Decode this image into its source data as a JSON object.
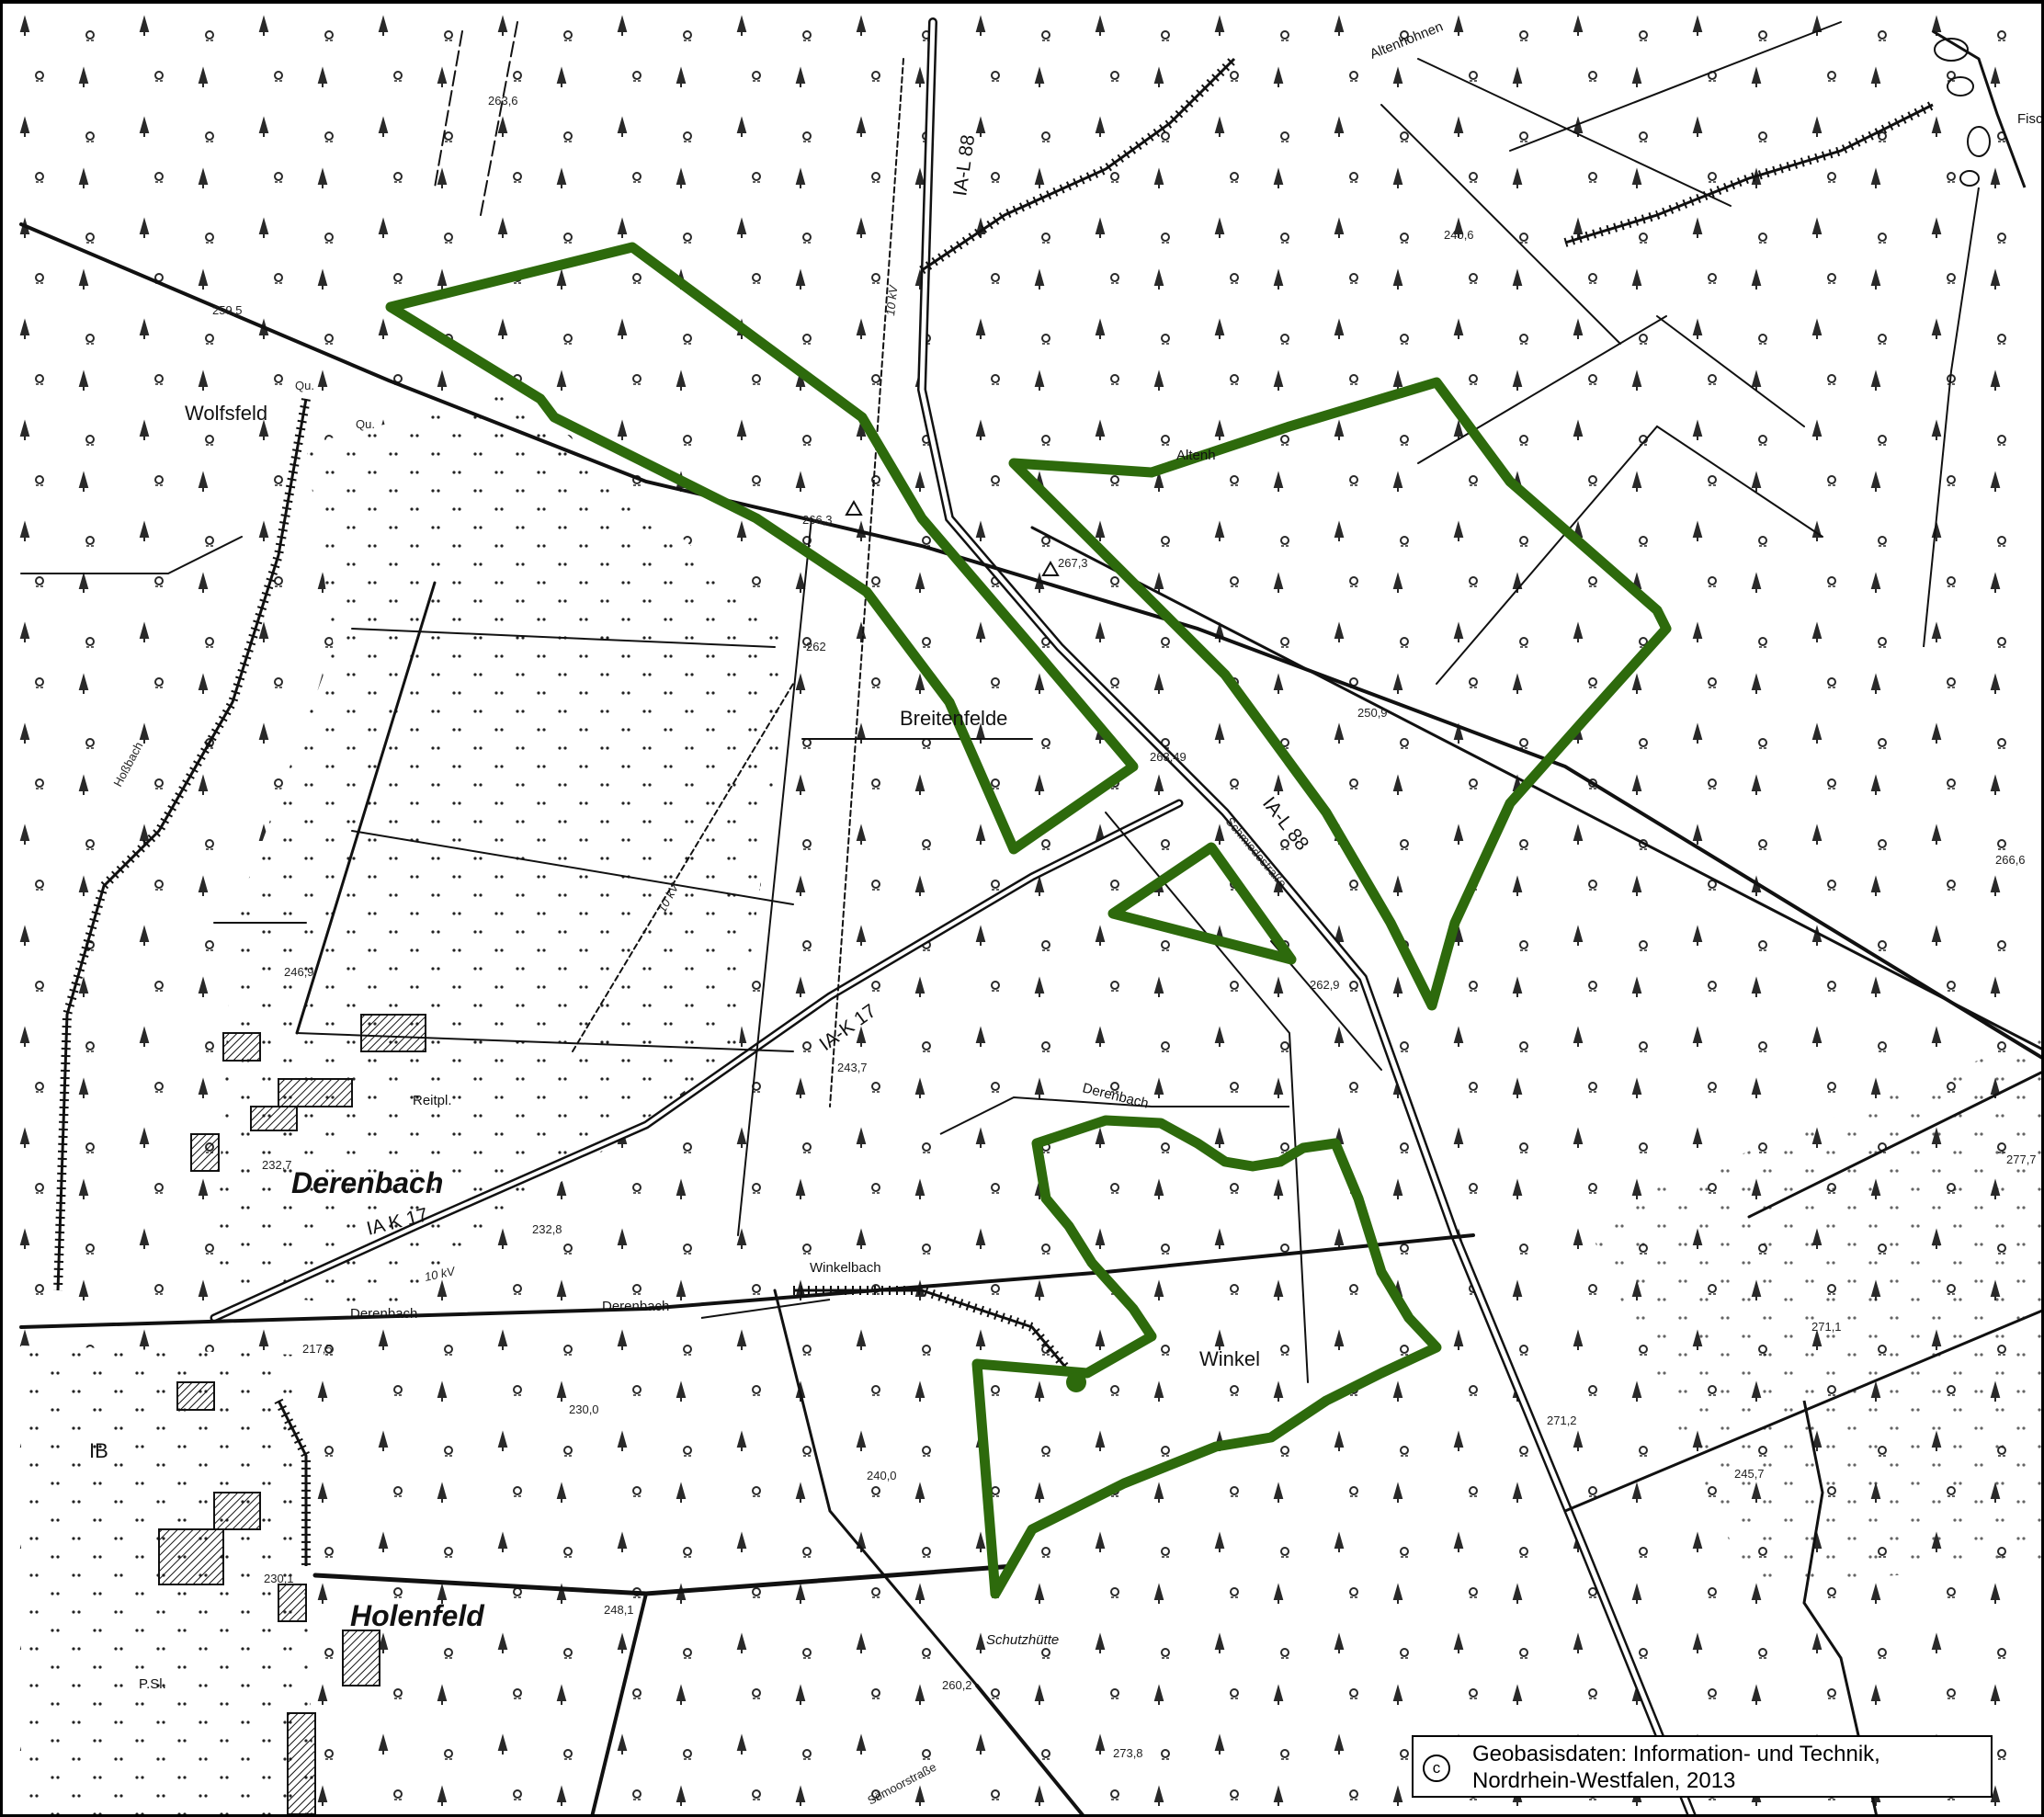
{
  "map": {
    "place_names": {
      "wolfsfeld": "Wolfsfeld",
      "breitenfelde": "Breitenfelde",
      "winkel": "Winkel",
      "derenbach_town": "Derenbach",
      "holenfeld": "Holenfeld",
      "schutzhuette": "Schutzhütte",
      "altenhohnen": "Altenhohnen",
      "altenh": "Altenh",
      "fischtei": "Fischtei",
      "reitpl": "Reitpl.",
      "psi": "P.Sl.",
      "ib": "IB",
      "qu1": "Qu.",
      "qu2": "Qu.",
      "hossbach": "Hoßbach",
      "schmiedestrasse": "Schmiedestraße",
      "soemoorstrasse": "Sömoorstraße"
    },
    "watercourses": {
      "derenbach_creek_1": "Derenbach",
      "derenbach_creek_2": "Derenbach",
      "derenbach_creek_3": "Derenbach",
      "winkelbach": "Winkelbach"
    },
    "roads": {
      "l88_north": "IA-L 88",
      "l88_south": "IA-L 88",
      "k17_east": "IA-K 17",
      "k17_west": "IA K 17"
    },
    "power_lines": {
      "kv10_1": "10 kV",
      "kv10_2": "10 kV",
      "kv10_3": "10 kV"
    },
    "elevations": {
      "e1": "263,6",
      "e2": "259,5",
      "e3": "266,3",
      "e4": "267,3",
      "e5": "262",
      "e6": "263,49",
      "e7": "250,9",
      "e8": "240,6",
      "e9": "266,6",
      "e10": "262,9",
      "e11": "243,7",
      "e12": "246,9",
      "e13": "232,7",
      "e14": "232,8",
      "e15": "217,5",
      "e16": "230,0",
      "e17": "240,0",
      "e18": "248,1",
      "e19": "260,2",
      "e20": "271,2",
      "e21": "271,1",
      "e22": "245,7",
      "e23": "277,7",
      "e24": "230,1",
      "e25": "273,8"
    },
    "colors": {
      "area_outline": "#2d6a0c",
      "linework": "#111111",
      "background": "#ffffff"
    }
  },
  "copyright": {
    "symbol": "c",
    "line1": "Geobasisdaten: Information- und Technik,",
    "line2": "Nordrhein-Westfalen, 2013"
  }
}
